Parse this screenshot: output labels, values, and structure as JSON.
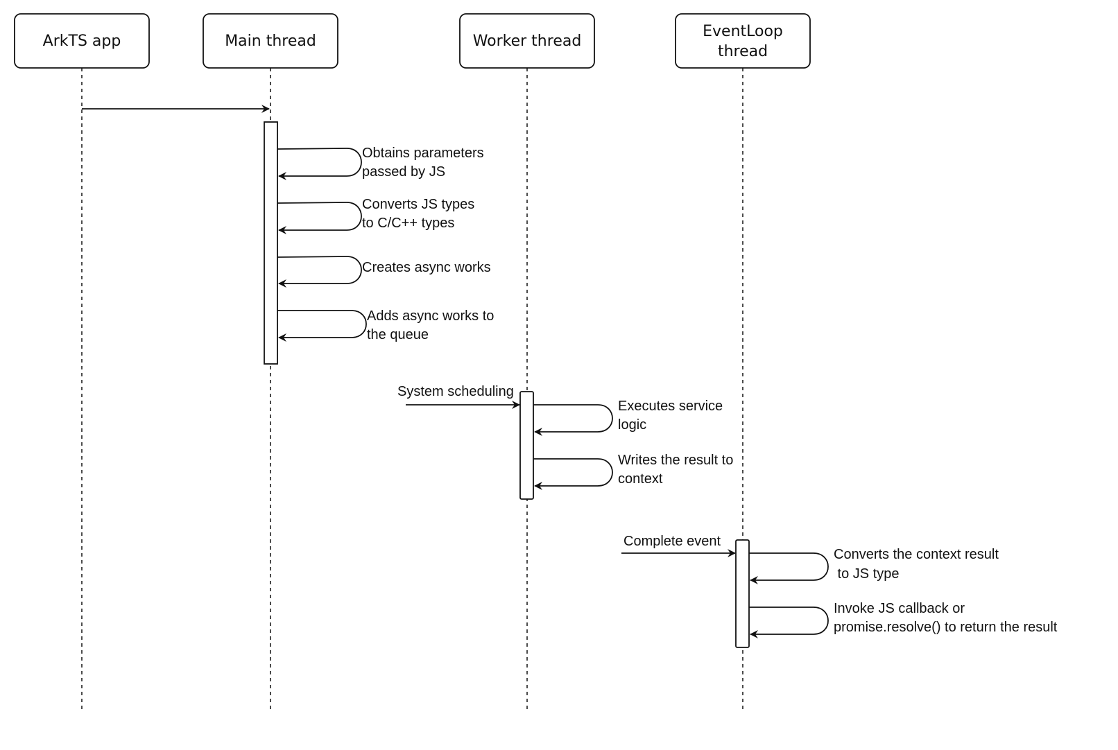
{
  "lifelines": [
    {
      "id": "app",
      "title": [
        "ArkTS app"
      ]
    },
    {
      "id": "main",
      "title": [
        "Main thread"
      ]
    },
    {
      "id": "worker",
      "title": [
        "Worker thread"
      ]
    },
    {
      "id": "eventloop",
      "title": [
        "EventLoop",
        "thread"
      ]
    }
  ],
  "main_self_calls": [
    {
      "lines": [
        "Obtains parameters",
        "passed by JS"
      ]
    },
    {
      "lines": [
        "Converts JS types",
        "to C/C++ types"
      ]
    },
    {
      "lines": [
        "Creates async works"
      ]
    },
    {
      "lines": [
        "Adds async works to",
        "the queue"
      ]
    }
  ],
  "worker_trigger": "System scheduling",
  "worker_self_calls": [
    {
      "lines": [
        "Executes service",
        "logic"
      ]
    },
    {
      "lines": [
        "Writes the result to",
        "context"
      ]
    }
  ],
  "eventloop_trigger": "Complete event",
  "eventloop_self_calls": [
    {
      "lines": [
        "Converts the context result",
        " to JS type"
      ]
    },
    {
      "lines": [
        "Invoke JS callback or",
        "promise.resolve() to return the result"
      ]
    }
  ],
  "colors": {
    "stroke": "#111111",
    "fill": "#ffffff"
  }
}
